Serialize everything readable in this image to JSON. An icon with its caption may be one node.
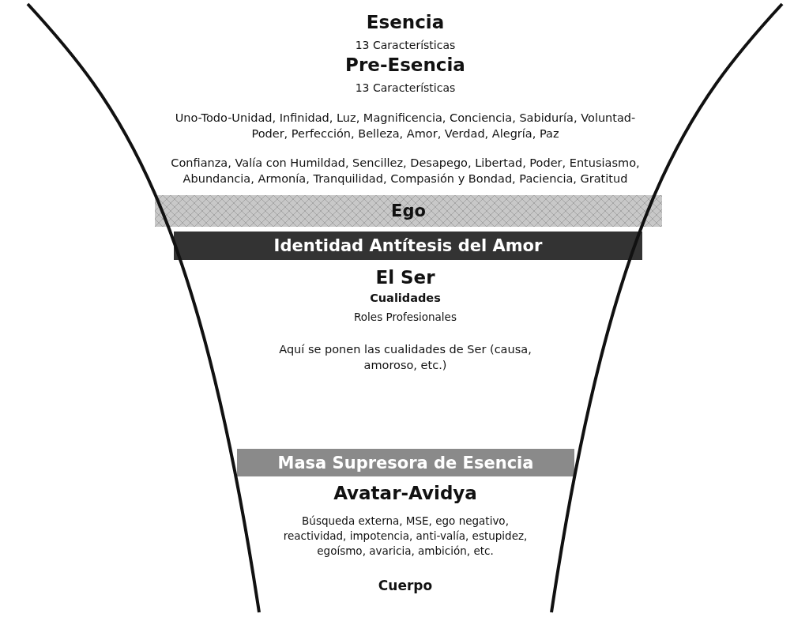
{
  "diagram": {
    "nodes": [
      {
        "text": [
          "Ego"
        ]
      },
      {
        "text": [
          "Identidad Antítesis del Amor"
        ]
      },
      {
        "text": [
          "Masa Supresora de Esencia"
        ]
      }
    ],
    "labels": [
      "Esencia",
      "13 Características",
      "Pre-Esencia",
      "13 Características",
      "Uno-Todo-Unidad, Infinidad, Luz, Magnificencia, Conciencia, Sabiduría, Voluntad-Poder, Perfección, Belleza, Amor, Verdad, Alegría, Paz",
      "Confianza, Valía con Humildad, Sencillez, Desapego, Libertad, Poder, Entusiasmo, Abundancia, Armonía, Tranquilidad, Compasión y Bondad, Paciencia, Gratitud",
      "El Ser",
      "Cualidades",
      "Roles Profesionales",
      "Aquí se ponen las cualidades de Ser (causa, amoroso, etc.)",
      "Avatar-Avidya",
      "Búsqueda externa, MSE, ego negativo, reactividad, impotencia, anti-valía, estupidez, egoísmo, avaricia, ambición, etc.",
      "Cuerpo"
    ]
  }
}
